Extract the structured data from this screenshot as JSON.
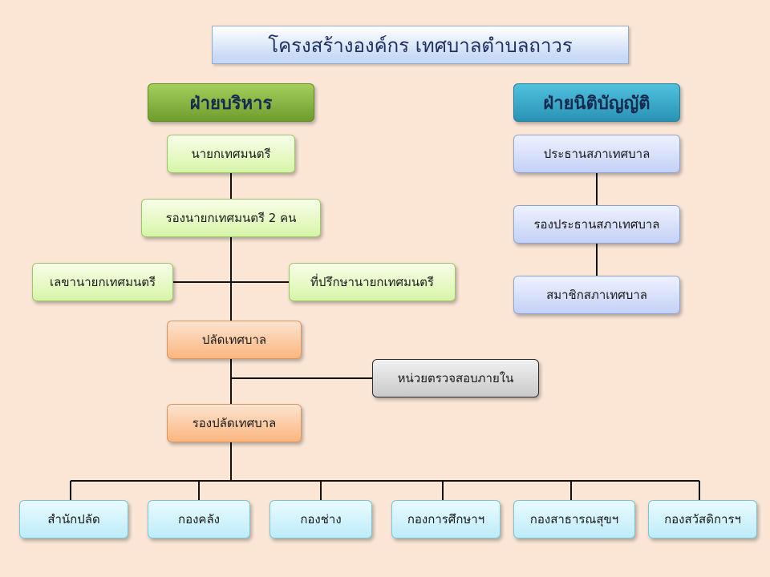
{
  "title": "โครงสร้างองค์กร เทศบาลตำบลถาวร",
  "executive": {
    "heading": "ฝ่ายบริหาร",
    "mayor": "นายกเทศมนตรี",
    "deputy_mayor": "รองนายกเทศมนตรี 2 คน",
    "secretary": "เลขานายกเทศมนตรี",
    "advisor": "ที่ปรึกษานายกเทศมนตรี",
    "clerk": "ปลัดเทศบาล",
    "internal_audit": "หน่วยตรวจสอบภายใน",
    "deputy_clerk": "รองปลัดเทศบาล"
  },
  "legislative": {
    "heading": "ฝ่ายนิติบัญญัติ",
    "council_president": "ประธานสภาเทศบาล",
    "council_vice_president": "รองประธานสภาเทศบาล",
    "council_members": "สมาชิกสภาเทศบาล"
  },
  "departments": [
    "สำนักปลัด",
    "กองคลัง",
    "กองช่าง",
    "กองการศึกษาฯ",
    "กองสาธารณสุขฯ",
    "กองสวัสดิการฯ"
  ]
}
